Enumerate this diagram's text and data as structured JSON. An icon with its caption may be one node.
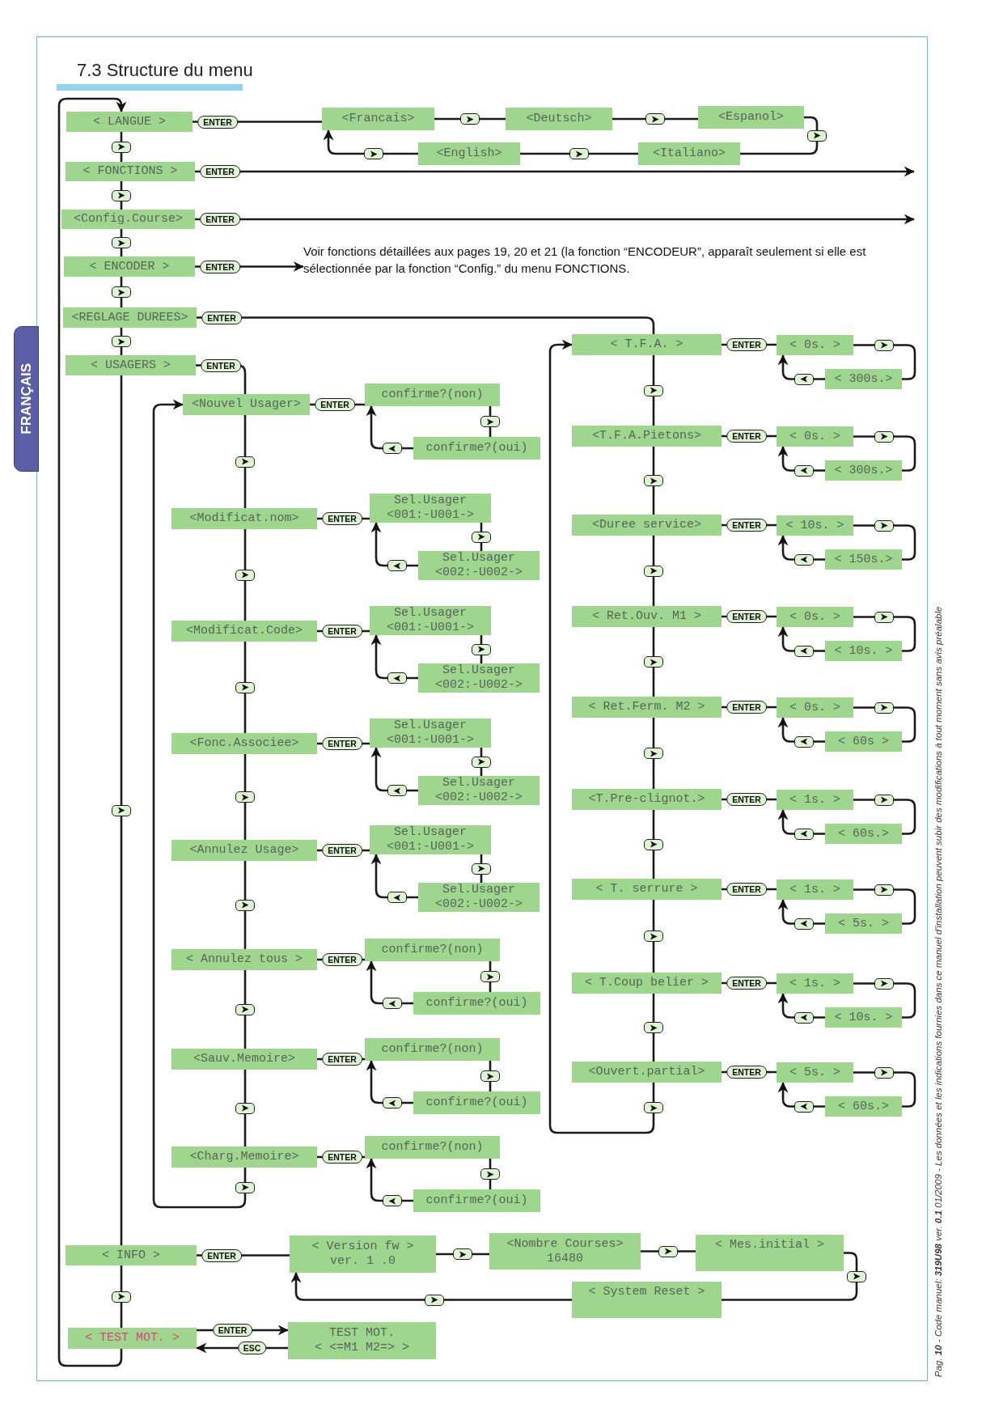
{
  "diagram": {
    "title": "7.3 Structure du menu",
    "nodes": [
      {
        "text": [
          "< LANGUE >"
        ]
      },
      {
        "text": [
          "<Francais>"
        ]
      },
      {
        "text": [
          "<Deutsch>"
        ]
      },
      {
        "text": [
          "<Espanol>"
        ]
      },
      {
        "text": [
          "<English>"
        ]
      },
      {
        "text": [
          "<Italiano>"
        ]
      },
      {
        "text": [
          "< FONCTIONS >"
        ]
      },
      {
        "text": [
          "<Config.Course>"
        ]
      },
      {
        "text": [
          "< ENCODER >"
        ]
      },
      {
        "text": [
          "Voir fonctions détaillées aux pages 19, 20 et 21 (la fonction “ENCODEUR”, apparaît seulement si elle est sélectionnée par la fonction “Config.” du menu FONCTIONS."
        ]
      },
      {
        "text": [
          "<REGLAGE DUREES>"
        ]
      },
      {
        "text": [
          "< USAGERS >"
        ]
      },
      {
        "text": [
          "<Nouvel Usager>"
        ]
      },
      {
        "text": [
          "confirme?(non)"
        ]
      },
      {
        "text": [
          "confirme?(oui)"
        ]
      },
      {
        "text": [
          "<Modificat.nom>"
        ]
      },
      {
        "text": [
          "Sel.Usager",
          "<001:-U001->"
        ]
      },
      {
        "text": [
          "Sel.Usager",
          "<002:-U002->"
        ]
      },
      {
        "text": [
          "<Modificat.Code>"
        ]
      },
      {
        "text": [
          "Sel.Usager",
          "<001:-U001->"
        ]
      },
      {
        "text": [
          "Sel.Usager",
          "<002:-U002->"
        ]
      },
      {
        "text": [
          "<Fonc.Associee>"
        ]
      },
      {
        "text": [
          "Sel.Usager",
          "<001:-U001->"
        ]
      },
      {
        "text": [
          "Sel.Usager",
          "<002:-U002->"
        ]
      },
      {
        "text": [
          "<Annulez Usage>"
        ]
      },
      {
        "text": [
          "Sel.Usager",
          "<001:-U001->"
        ]
      },
      {
        "text": [
          "Sel.Usager",
          "<002:-U002->"
        ]
      },
      {
        "text": [
          "< Annulez tous >"
        ]
      },
      {
        "text": [
          "confirme?(non)"
        ]
      },
      {
        "text": [
          "confirme?(oui)"
        ]
      },
      {
        "text": [
          "<Sauv.Memoire>"
        ]
      },
      {
        "text": [
          "confirme?(non)"
        ]
      },
      {
        "text": [
          "confirme?(oui)"
        ]
      },
      {
        "text": [
          "<Charg.Memoire>"
        ]
      },
      {
        "text": [
          "confirme?(non)"
        ]
      },
      {
        "text": [
          "confirme?(oui)"
        ]
      },
      {
        "text": [
          "< T.F.A. >"
        ]
      },
      {
        "text": [
          "< 0s. >"
        ]
      },
      {
        "text": [
          "< 300s.>"
        ]
      },
      {
        "text": [
          "<T.F.A.Pietons>"
        ]
      },
      {
        "text": [
          "< 0s. >"
        ]
      },
      {
        "text": [
          "< 300s.>"
        ]
      },
      {
        "text": [
          "<Duree service>"
        ]
      },
      {
        "text": [
          "< 10s. >"
        ]
      },
      {
        "text": [
          "< 150s.>"
        ]
      },
      {
        "text": [
          "< Ret.Ouv. M1 >"
        ]
      },
      {
        "text": [
          "< 0s. >"
        ]
      },
      {
        "text": [
          "< 10s. >"
        ]
      },
      {
        "text": [
          "< Ret.Ferm. M2 >"
        ]
      },
      {
        "text": [
          "< 0s. >"
        ]
      },
      {
        "text": [
          "< 60s >"
        ]
      },
      {
        "text": [
          "<T.Pre-clignot.>"
        ]
      },
      {
        "text": [
          "< 1s. >"
        ]
      },
      {
        "text": [
          "< 60s.>"
        ]
      },
      {
        "text": [
          "< T. serrure >"
        ]
      },
      {
        "text": [
          "< 1s. >"
        ]
      },
      {
        "text": [
          "< 5s. >"
        ]
      },
      {
        "text": [
          "< T.Coup belier >"
        ]
      },
      {
        "text": [
          "< 1s. >"
        ]
      },
      {
        "text": [
          "< 10s. >"
        ]
      },
      {
        "text": [
          "<Ouvert.partial>"
        ]
      },
      {
        "text": [
          "< 5s. >"
        ]
      },
      {
        "text": [
          "< 60s.>"
        ]
      },
      {
        "text": [
          "< INFO >"
        ]
      },
      {
        "text": [
          "< Version fw >",
          "ver. 1 .0"
        ]
      },
      {
        "text": [
          "<Nombre Courses>",
          "16480"
        ]
      },
      {
        "text": [
          "< Mes.initial >"
        ]
      },
      {
        "text": [
          "< System Reset >"
        ]
      },
      {
        "text": [
          "< TEST MOT. >"
        ]
      },
      {
        "text": [
          "TEST MOT.",
          "< <=M1 M2=> >"
        ]
      }
    ],
    "edges": [
      {
        "from": 0,
        "to": 6,
        "arrow": "none"
      },
      {
        "from": 6,
        "to": 7,
        "arrow": "none"
      },
      {
        "from": 7,
        "to": 8,
        "arrow": "none"
      },
      {
        "from": 8,
        "to": 10,
        "arrow": "none"
      },
      {
        "from": 10,
        "to": 11,
        "arrow": "none"
      },
      {
        "from": 11,
        "to": 63,
        "arrow": "none"
      },
      {
        "from": 63,
        "to": 68,
        "arrow": "none"
      },
      {
        "from": 68,
        "to": 0,
        "arrow": "to"
      },
      {
        "from": 0,
        "to": 1,
        "label": "ENTER",
        "arrow": "none"
      },
      {
        "from": 1,
        "to": 2,
        "arrow": "none"
      },
      {
        "from": 2,
        "to": 3,
        "arrow": "none"
      },
      {
        "from": 3,
        "to": 5,
        "arrow": "none"
      },
      {
        "from": 5,
        "to": 4,
        "arrow": "none"
      },
      {
        "from": 4,
        "to": 1,
        "arrow": "to"
      },
      {
        "from": 6,
        "to": null,
        "label": "ENTER",
        "arrow": "to"
      },
      {
        "from": 7,
        "to": null,
        "label": "ENTER",
        "arrow": "to"
      },
      {
        "from": 8,
        "to": 9,
        "label": "ENTER",
        "arrow": "to"
      },
      {
        "from": 10,
        "to": 36,
        "label": "ENTER",
        "arrow": "none"
      },
      {
        "from": 11,
        "to": 12,
        "label": "ENTER",
        "arrow": "none"
      },
      {
        "from": 12,
        "to": 15,
        "arrow": "none"
      },
      {
        "from": 15,
        "to": 18,
        "arrow": "none"
      },
      {
        "from": 18,
        "to": 21,
        "arrow": "none"
      },
      {
        "from": 21,
        "to": 24,
        "arrow": "none"
      },
      {
        "from": 24,
        "to": 27,
        "arrow": "none"
      },
      {
        "from": 27,
        "to": 30,
        "arrow": "none"
      },
      {
        "from": 30,
        "to": 33,
        "arrow": "none"
      },
      {
        "from": 33,
        "to": 12,
        "arrow": "to"
      },
      {
        "from": 12,
        "to": 13,
        "label": "ENTER",
        "arrow": "none"
      },
      {
        "from": 13,
        "to": 14,
        "arrow": "none"
      },
      {
        "from": 14,
        "to": 13,
        "arrow": "to"
      },
      {
        "from": 15,
        "to": 16,
        "label": "ENTER",
        "arrow": "none"
      },
      {
        "from": 16,
        "to": 17,
        "arrow": "none"
      },
      {
        "from": 17,
        "to": 16,
        "arrow": "to"
      },
      {
        "from": 18,
        "to": 19,
        "label": "ENTER",
        "arrow": "none"
      },
      {
        "from": 19,
        "to": 20,
        "arrow": "none"
      },
      {
        "from": 20,
        "to": 19,
        "arrow": "to"
      },
      {
        "from": 21,
        "to": 22,
        "label": "ENTER",
        "arrow": "none"
      },
      {
        "from": 22,
        "to": 23,
        "arrow": "none"
      },
      {
        "from": 23,
        "to": 22,
        "arrow": "to"
      },
      {
        "from": 24,
        "to": 25,
        "label": "ENTER",
        "arrow": "none"
      },
      {
        "from": 25,
        "to": 26,
        "arrow": "none"
      },
      {
        "from": 26,
        "to": 25,
        "arrow": "to"
      },
      {
        "from": 27,
        "to": 28,
        "label": "ENTER",
        "arrow": "none"
      },
      {
        "from": 28,
        "to": 29,
        "arrow": "none"
      },
      {
        "from": 29,
        "to": 28,
        "arrow": "to"
      },
      {
        "from": 30,
        "to": 31,
        "label": "ENTER",
        "arrow": "none"
      },
      {
        "from": 31,
        "to": 32,
        "arrow": "none"
      },
      {
        "from": 32,
        "to": 31,
        "arrow": "to"
      },
      {
        "from": 33,
        "to": 34,
        "label": "ENTER",
        "arrow": "none"
      },
      {
        "from": 34,
        "to": 35,
        "arrow": "none"
      },
      {
        "from": 35,
        "to": 34,
        "arrow": "to"
      },
      {
        "from": 36,
        "to": 39,
        "arrow": "none"
      },
      {
        "from": 39,
        "to": 42,
        "arrow": "none"
      },
      {
        "from": 42,
        "to": 45,
        "arrow": "none"
      },
      {
        "from": 45,
        "to": 48,
        "arrow": "none"
      },
      {
        "from": 48,
        "to": 51,
        "arrow": "none"
      },
      {
        "from": 51,
        "to": 54,
        "arrow": "none"
      },
      {
        "from": 54,
        "to": 57,
        "arrow": "none"
      },
      {
        "from": 57,
        "to": 60,
        "arrow": "none"
      },
      {
        "from": 60,
        "to": 36,
        "arrow": "to"
      },
      {
        "from": 36,
        "to": 37,
        "label": "ENTER",
        "arrow": "none"
      },
      {
        "from": 37,
        "to": 38,
        "arrow": "none"
      },
      {
        "from": 38,
        "to": 37,
        "arrow": "to"
      },
      {
        "from": 39,
        "to": 40,
        "label": "ENTER",
        "arrow": "none"
      },
      {
        "from": 40,
        "to": 41,
        "arrow": "none"
      },
      {
        "from": 41,
        "to": 40,
        "arrow": "to"
      },
      {
        "from": 42,
        "to": 43,
        "label": "ENTER",
        "arrow": "none"
      },
      {
        "from": 43,
        "to": 44,
        "arrow": "none"
      },
      {
        "from": 44,
        "to": 43,
        "arrow": "to"
      },
      {
        "from": 45,
        "to": 46,
        "label": "ENTER",
        "arrow": "none"
      },
      {
        "from": 46,
        "to": 47,
        "arrow": "none"
      },
      {
        "from": 47,
        "to": 46,
        "arrow": "to"
      },
      {
        "from": 48,
        "to": 49,
        "label": "ENTER",
        "arrow": "none"
      },
      {
        "from": 49,
        "to": 50,
        "arrow": "none"
      },
      {
        "from": 50,
        "to": 49,
        "arrow": "to"
      },
      {
        "from": 51,
        "to": 52,
        "label": "ENTER",
        "arrow": "none"
      },
      {
        "from": 52,
        "to": 53,
        "arrow": "none"
      },
      {
        "from": 53,
        "to": 52,
        "arrow": "to"
      },
      {
        "from": 54,
        "to": 55,
        "label": "ENTER",
        "arrow": "none"
      },
      {
        "from": 55,
        "to": 56,
        "arrow": "none"
      },
      {
        "from": 56,
        "to": 55,
        "arrow": "to"
      },
      {
        "from": 57,
        "to": 58,
        "label": "ENTER",
        "arrow": "none"
      },
      {
        "from": 58,
        "to": 59,
        "arrow": "none"
      },
      {
        "from": 59,
        "to": 58,
        "arrow": "to"
      },
      {
        "from": 60,
        "to": 61,
        "label": "ENTER",
        "arrow": "none"
      },
      {
        "from": 61,
        "to": 62,
        "arrow": "none"
      },
      {
        "from": 62,
        "to": 61,
        "arrow": "to"
      },
      {
        "from": 63,
        "to": 64,
        "label": "ENTER",
        "arrow": "none"
      },
      {
        "from": 64,
        "to": 65,
        "arrow": "none"
      },
      {
        "from": 65,
        "to": 66,
        "arrow": "none"
      },
      {
        "from": 66,
        "to": 67,
        "arrow": "none"
      },
      {
        "from": 67,
        "to": 64,
        "arrow": "to"
      },
      {
        "from": 68,
        "to": 69,
        "label": "ENTER",
        "arrow": "to"
      },
      {
        "from": 69,
        "to": 68,
        "label": "ESC",
        "arrow": "to"
      }
    ],
    "labels": [
      "FRANÇAIS",
      "Pag. **10** - Code manuel: **319U98** ver. **0.1** 01/2009 - Les données et les indications fournies dans ce manuel d'installation peuvent subir des modifications à tout moment sans avis préalable"
    ]
  }
}
